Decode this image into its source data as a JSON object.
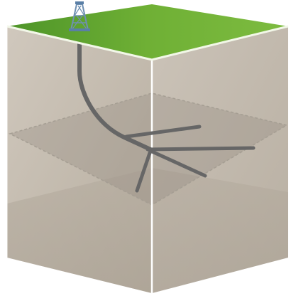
{
  "colors": {
    "background": "#ffffff",
    "grass_top": "#5aa02c",
    "grass_top_light": "#8bc64a",
    "grass_edge": "#f2f7e8",
    "soil_left": "#c2b8aa",
    "soil_right": "#bdb4a6",
    "soil_bottom_left": "#aea596",
    "soil_bottom_right": "#b5ac9f",
    "layer_plane": "#8e877d",
    "layer_outline": "#a59e93",
    "wellbore": "#666666",
    "edge_highlight": "#ffffff",
    "rig": "#6f90b3"
  },
  "icons": {
    "drilling_rig": "oil-derrick-icon"
  },
  "diagram": {
    "subject": "block-of-ground",
    "wellbore": "vertical-well-curving-to-horizontal",
    "lateral_count": 4,
    "layer_count": 1
  }
}
